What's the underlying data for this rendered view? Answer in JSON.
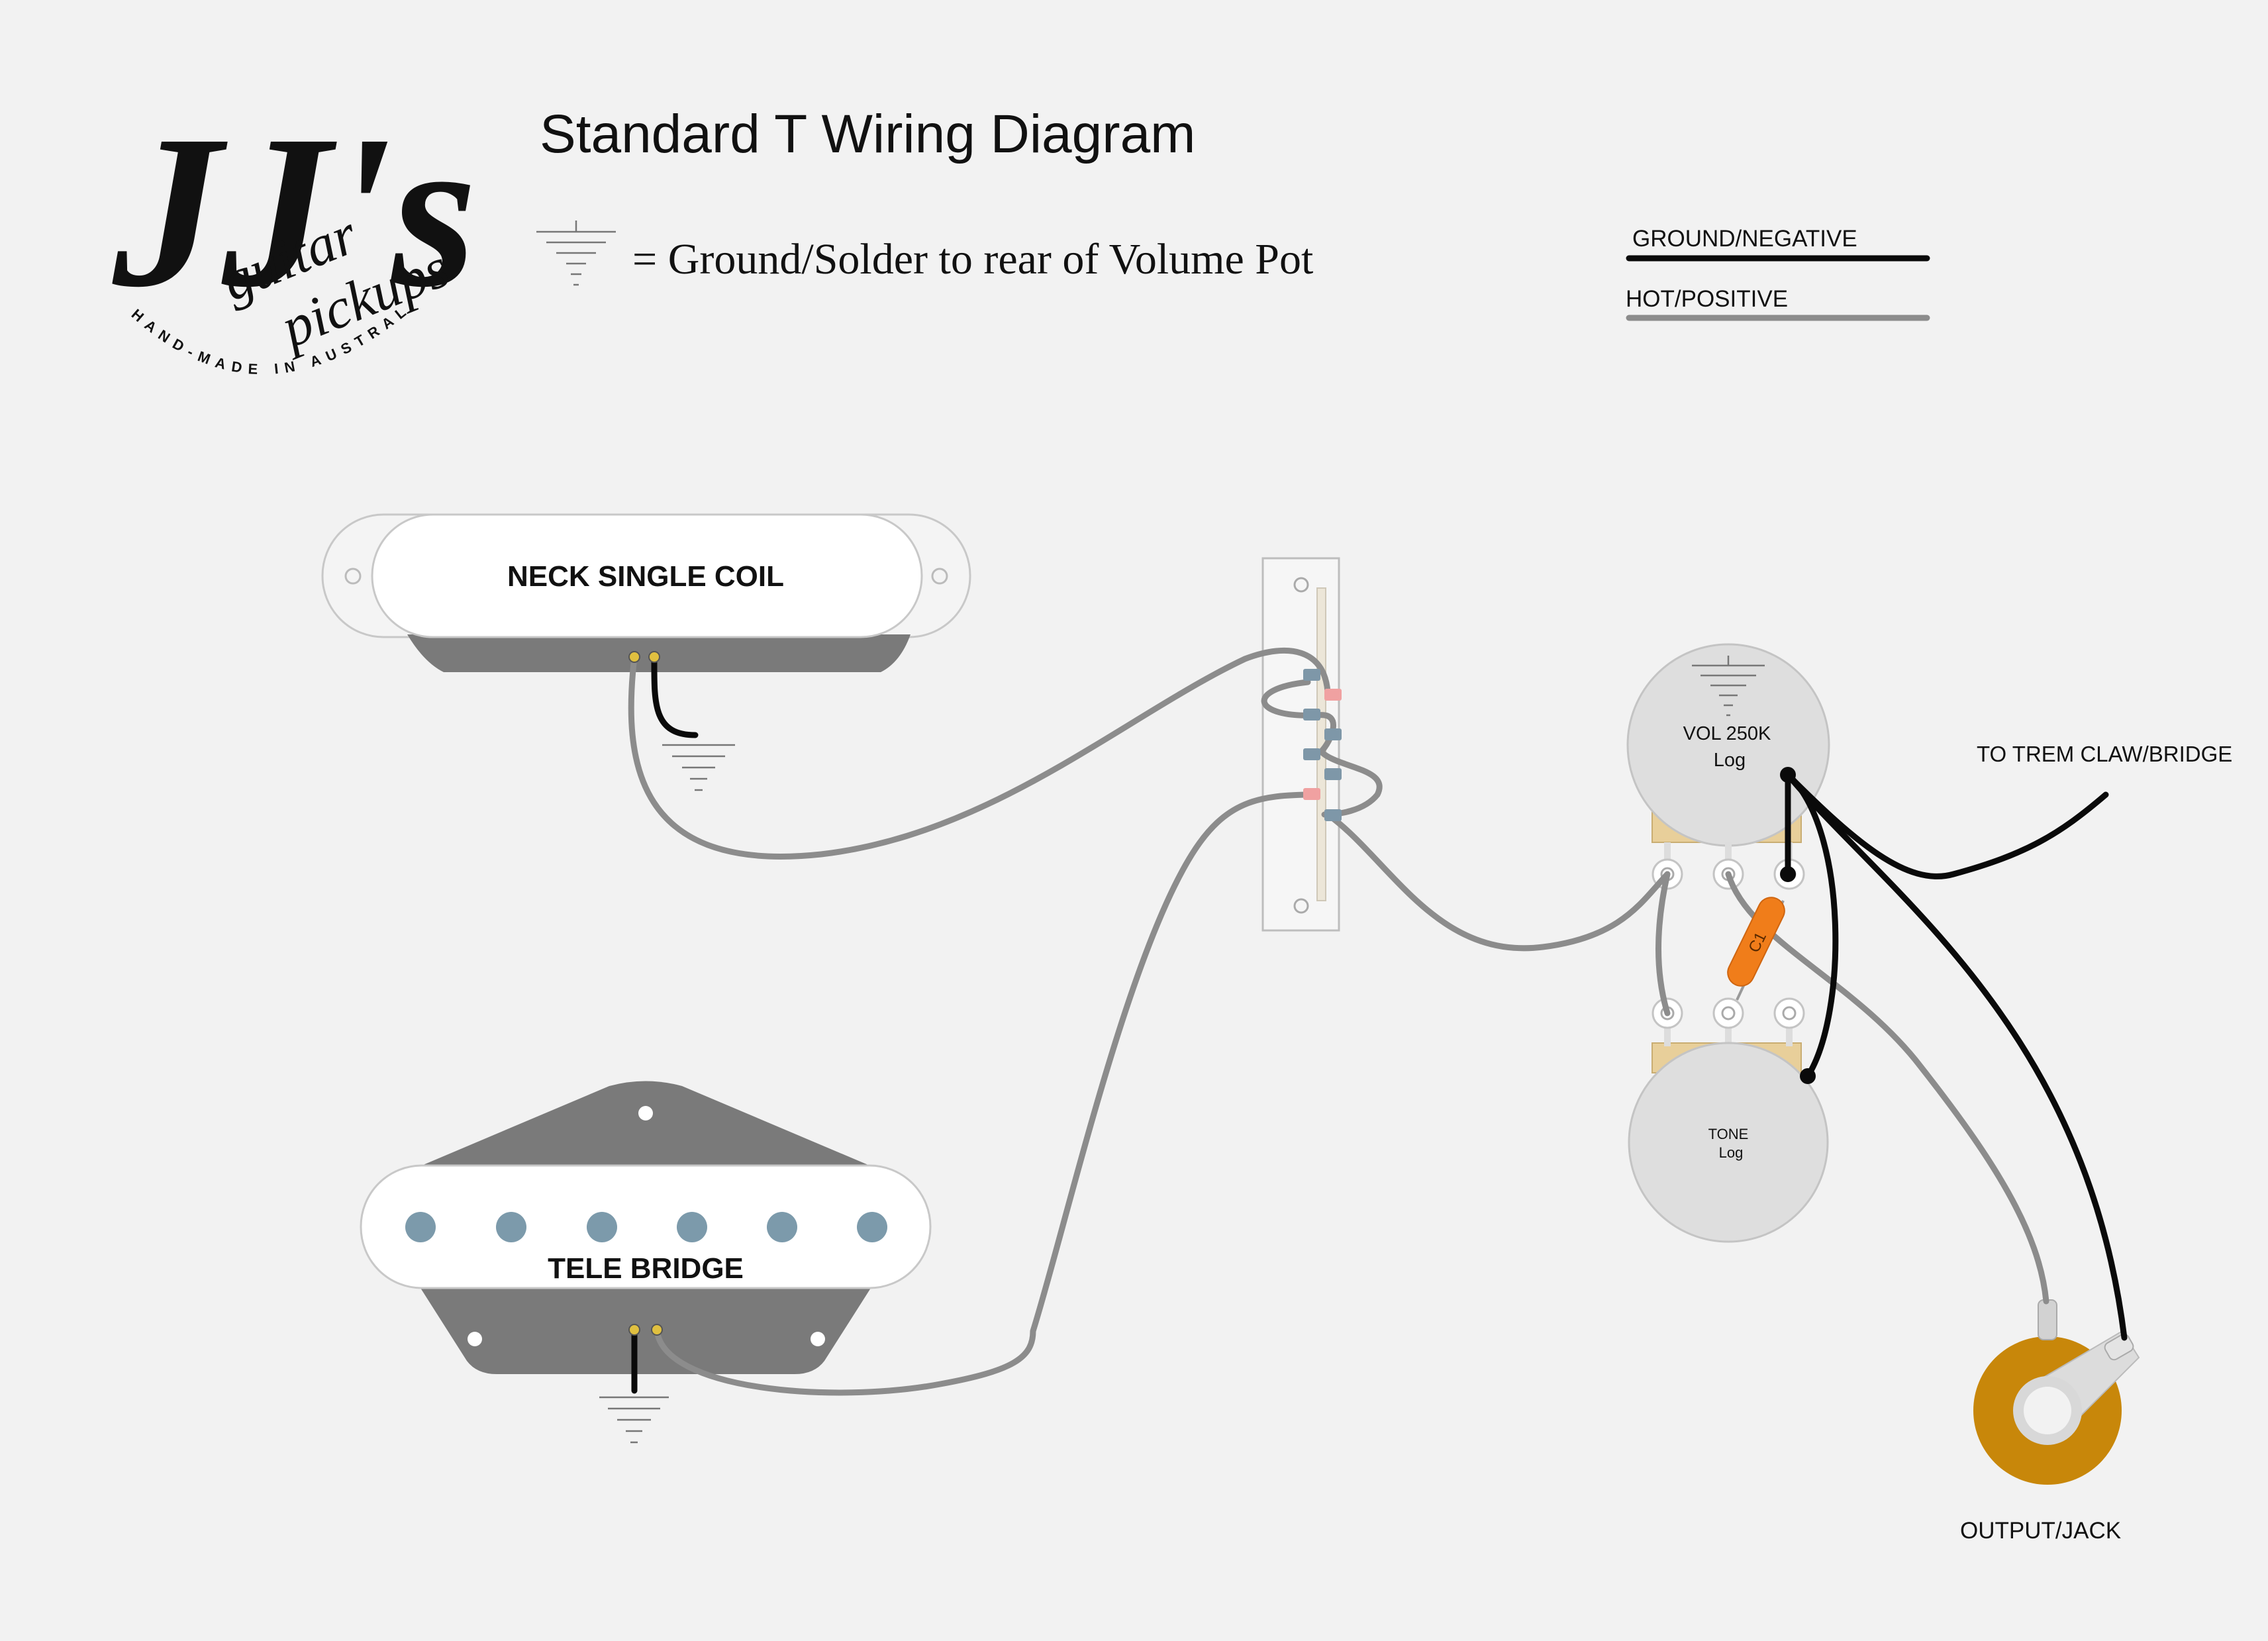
{
  "title": "Standard T Wiring Diagram",
  "ground_note": "= Ground/Solder to rear of Volume Pot",
  "legend": {
    "ground_label": "GROUND/NEGATIVE",
    "hot_label": "HOT/POSITIVE",
    "ground_color": "#0a0a0a",
    "hot_color": "#8c8c8c"
  },
  "logo": {
    "initials": "JJ's",
    "line1": "guitar",
    "line2": "pickups",
    "tagline": "HAND-MADE IN AUSTRALIA"
  },
  "components": {
    "neck_pickup": "NECK SINGLE COIL",
    "bridge_pickup": "TELE BRIDGE",
    "volume_pot": {
      "name": "VOL 250K",
      "taper": "Log"
    },
    "tone_pot": {
      "name": "TONE",
      "taper": "Log"
    },
    "capacitor": "C1",
    "trem_label": "TO TREM CLAW/BRIDGE",
    "jack_label": "OUTPUT/JACK"
  },
  "colors": {
    "background": "#f2f2f2",
    "pickup_white": "#ffffff",
    "pickup_base": "#7a7a7a",
    "pole_piece": "#7c9aab",
    "pot_body": "#dedede",
    "pot_bracket": "#e8cf9a",
    "capacitor": "#f07d1a",
    "jack": "#c8870a",
    "switch_lug_blue": "#7e97a8",
    "switch_lug_red": "#f0a1a1"
  }
}
